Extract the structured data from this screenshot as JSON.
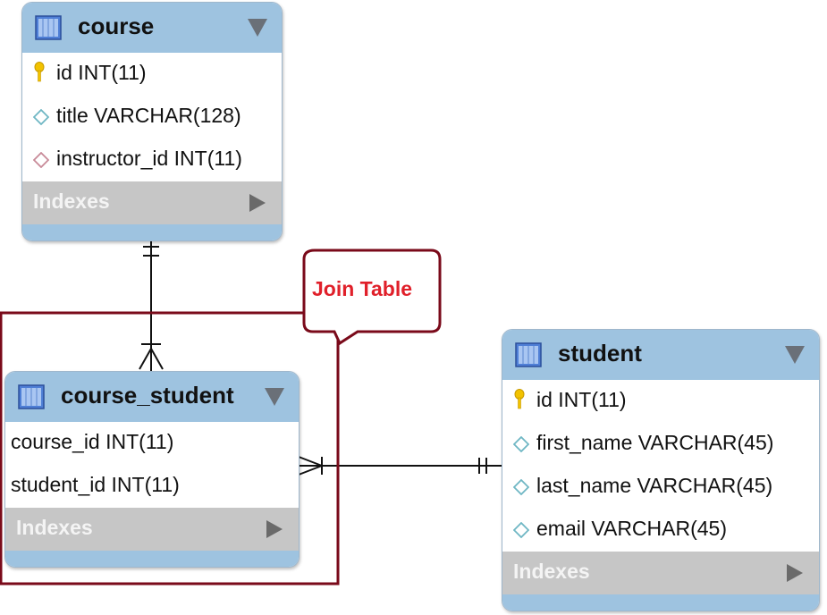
{
  "tables": {
    "course": {
      "name": "course",
      "columns": [
        {
          "text": "id INT(11)",
          "icon": "key-icon"
        },
        {
          "text": "title VARCHAR(128)",
          "icon": "diamond-icon"
        },
        {
          "text": "instructor_id INT(11)",
          "icon": "foreign-key-diamond-icon"
        }
      ],
      "indexes_label": "Indexes"
    },
    "course_student": {
      "name": "course_student",
      "columns": [
        {
          "text": "course_id INT(11)"
        },
        {
          "text": "student_id INT(11)"
        }
      ],
      "indexes_label": "Indexes"
    },
    "student": {
      "name": "student",
      "columns": [
        {
          "text": "id INT(11)",
          "icon": "key-icon"
        },
        {
          "text": "first_name VARCHAR(45)",
          "icon": "diamond-icon"
        },
        {
          "text": "last_name VARCHAR(45)",
          "icon": "diamond-icon"
        },
        {
          "text": "email VARCHAR(45)",
          "icon": "diamond-icon"
        }
      ],
      "indexes_label": "Indexes"
    }
  },
  "callout": {
    "label": "Join Table"
  },
  "colors": {
    "header": "#9ec3e0",
    "indexes_bar": "#c6c6c6",
    "highlight_box": "#7a0a1a",
    "callout_text": "#e0202a",
    "key": "#f2c200",
    "attribute_diamond": "#6fb7c4",
    "foreign_key_diamond": "#c88a98"
  }
}
